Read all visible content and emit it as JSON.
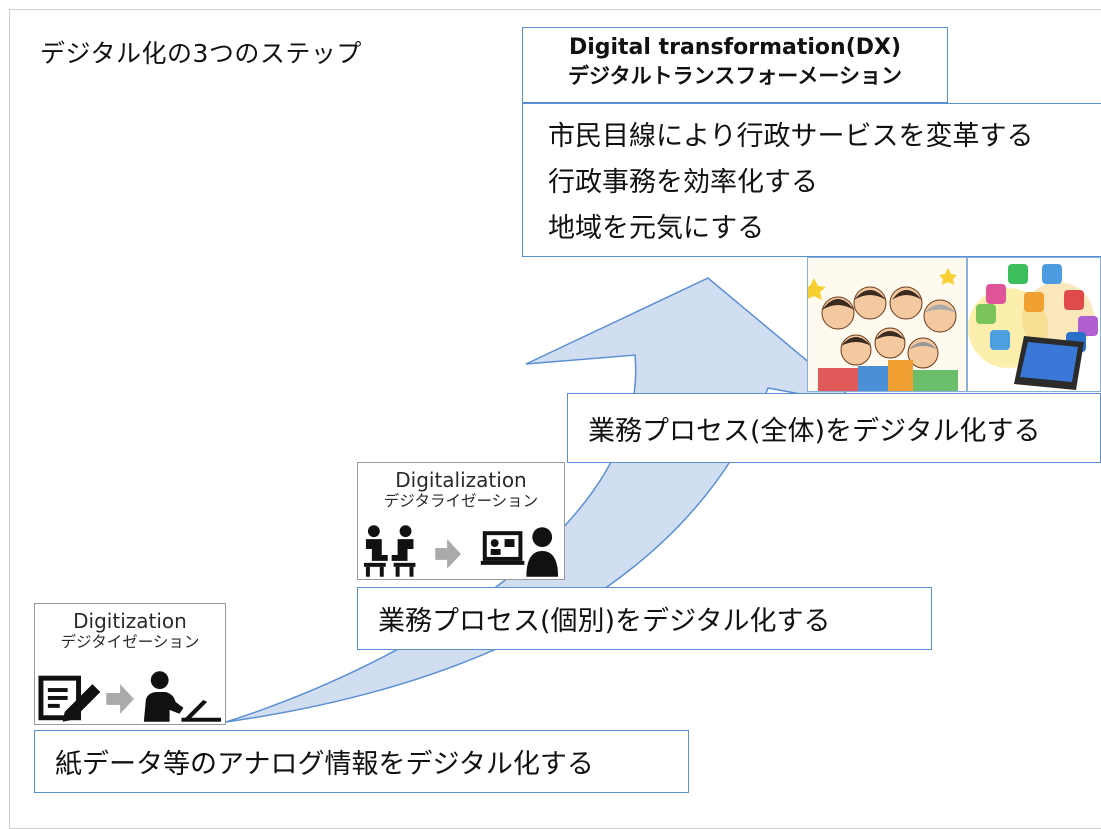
{
  "title": "デジタル化の3つのステップ",
  "steps": [
    {
      "name_en": "Digitization",
      "name_ja": "デジタイゼーション",
      "description": "紙データ等のアナログ情報をデジタル化する"
    },
    {
      "name_en": "Digitalization",
      "name_ja": "デジタライゼーション",
      "description": "業務プロセス(個別)をデジタル化する"
    },
    {
      "name_en": "Digital transformation(DX)",
      "name_ja": "デジタルトランスフォーメーション",
      "description": "業務プロセス(全体)をデジタル化する",
      "goals": [
        "市民目線により行政サービスを変革する",
        "行政事務を効率化する",
        "地域を元気にする"
      ]
    }
  ],
  "icons": {
    "step1": [
      "document-edit-icon",
      "arrow-right-icon",
      "person-at-laptop-icon"
    ],
    "step2": [
      "two-people-meeting-icon",
      "arrow-right-icon",
      "online-meeting-icon"
    ],
    "dx_illustrations": [
      "happy-community-illustration",
      "smartphone-apps-illustration"
    ]
  },
  "colors": {
    "arrow_fill": "#c9d8ef",
    "arrow_stroke": "#5b8fd4",
    "box_border": "#5b8fd4"
  }
}
